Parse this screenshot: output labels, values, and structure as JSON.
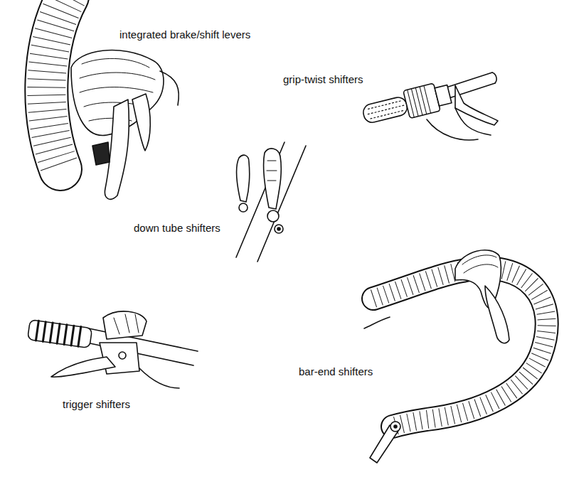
{
  "diagram": {
    "labels": [
      "integrated brake/shift levers",
      "grip-twist shifters",
      "down tube shifters",
      "trigger shifters",
      "bar-end shifters"
    ]
  }
}
